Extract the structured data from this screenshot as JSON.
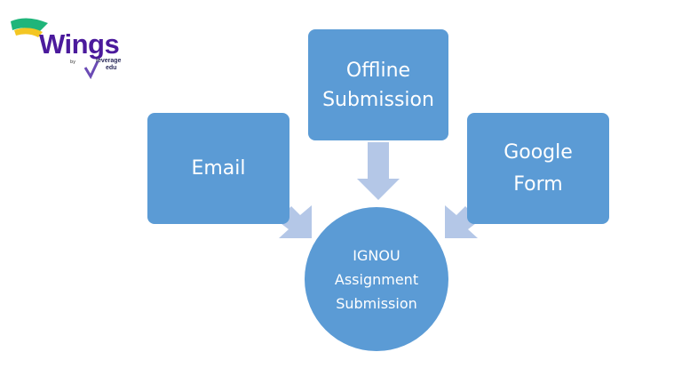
{
  "logo": {
    "brand": "Wings",
    "by": "by",
    "partner_line1": "leverage",
    "partner_line2": "edu"
  },
  "diagram": {
    "center": "IGNOU\nAssignment\nSubmission",
    "top": "Offline\nSubmission",
    "left": "Email",
    "right": "Google\nForm"
  },
  "colors": {
    "box_fill": "#5b9bd5",
    "arrow_fill": "#b4c7e7",
    "text": "#ffffff",
    "logo_text": "#4b1a9c"
  }
}
